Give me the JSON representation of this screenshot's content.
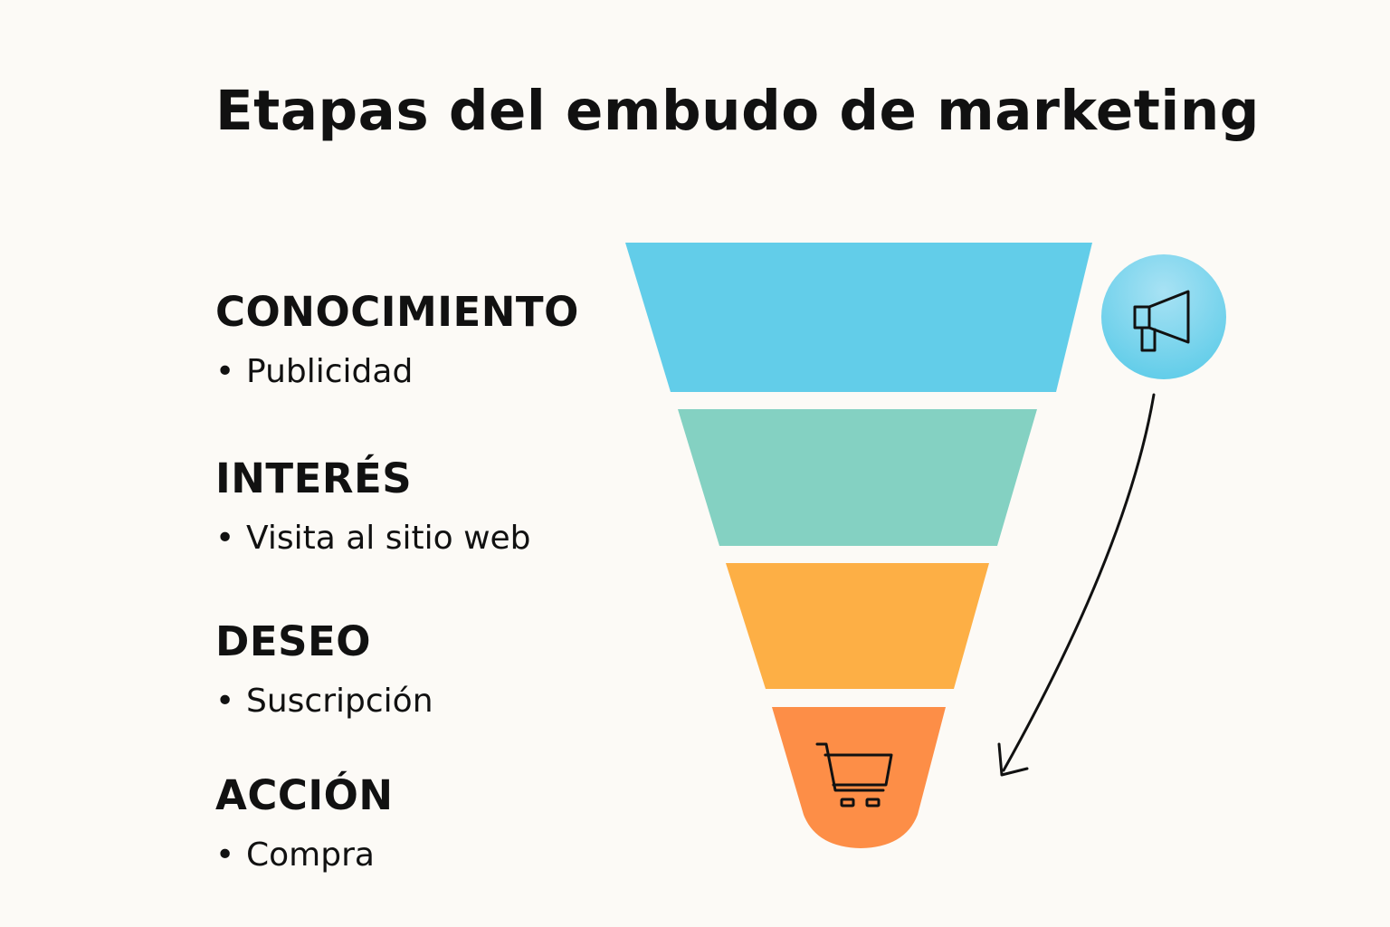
{
  "title": "Etapas del embudo de marketing",
  "stages": [
    {
      "name": "CONOCIMIENTO",
      "item": "Publicidad",
      "color": "#62cde9"
    },
    {
      "name": "INTERÉS",
      "item": "Visita al sitio web",
      "color": "#84d1c2"
    },
    {
      "name": "DESEO",
      "item": "Suscripción",
      "color": "#fdaf45"
    },
    {
      "name": "ACCIÓN",
      "item": "Compra",
      "color": "#fd8e47"
    }
  ],
  "bullet": "•",
  "icons": {
    "top": "megaphone-icon",
    "bottom": "shopping-cart-icon"
  },
  "flow_arrow": {
    "from": "CONOCIMIENTO",
    "to": "ACCIÓN"
  }
}
